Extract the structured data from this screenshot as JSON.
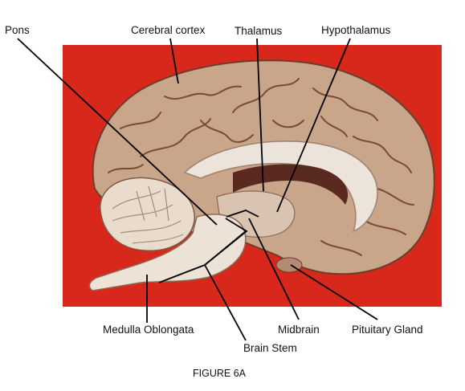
{
  "labels": {
    "pons": "Pons",
    "cerebral_cortex": "Cerebral cortex",
    "thalamus": "Thalamus",
    "hypothalamus": "Hypothalamus",
    "medulla_oblongata": "Medulla Oblongata",
    "midbrain": "Midbrain",
    "pituitary_gland": "Pituitary Gland",
    "brain_stem": "Brain Stem"
  },
  "caption": "FIGURE 6A",
  "colors": {
    "background_panel": "#d8281c",
    "cortex": "#c9a58a",
    "cortex_shadow": "#7a4a35",
    "white_matter": "#ece4da",
    "cerebellum": "#e9dccd",
    "leader_line": "#000000"
  }
}
